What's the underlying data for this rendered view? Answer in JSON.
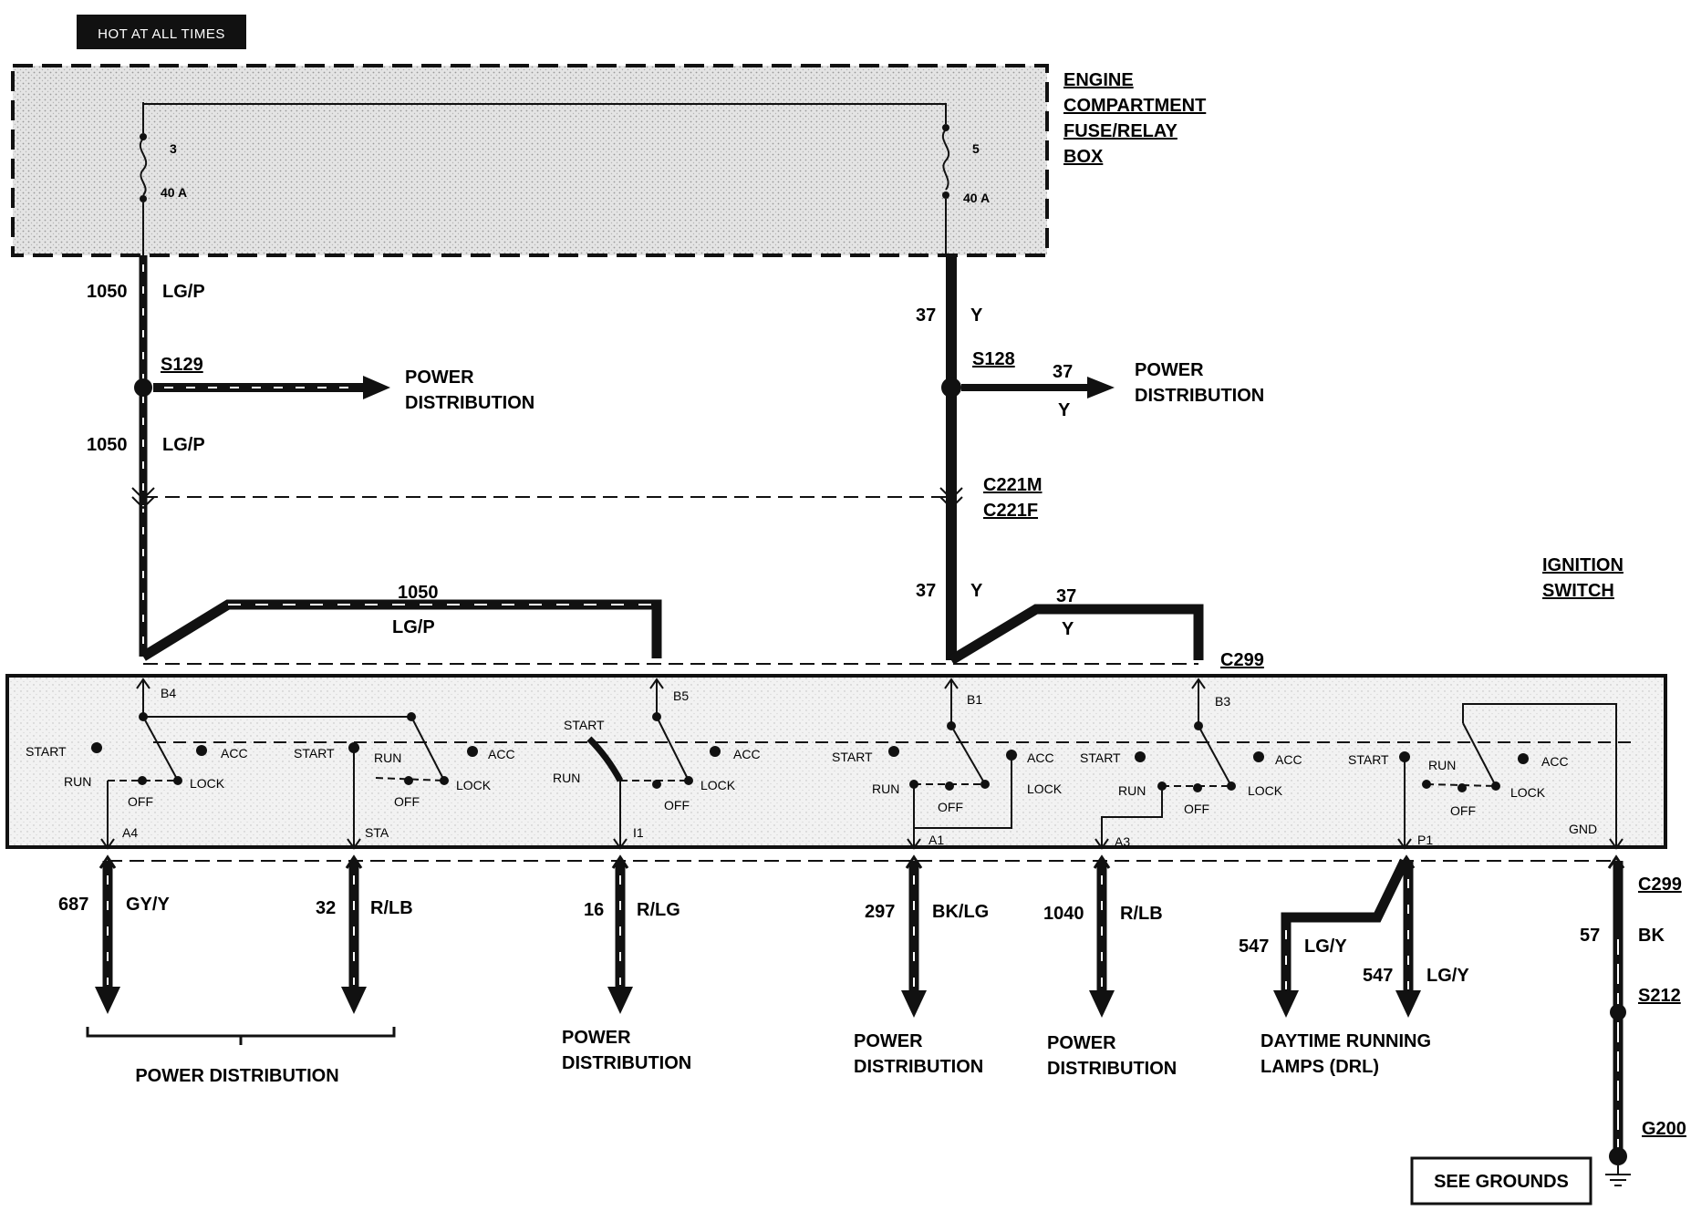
{
  "header": {
    "hot_label": "HOT AT ALL TIMES"
  },
  "fuse_box": {
    "title_lines": [
      "ENGINE",
      "COMPARTMENT",
      "FUSE/RELAY",
      "BOX"
    ],
    "fuses": [
      {
        "number": "3",
        "rating": "40 A"
      },
      {
        "number": "5",
        "rating": "40 A"
      }
    ]
  },
  "wires": {
    "w1050_top": {
      "circuit": "1050",
      "color": "LG/P"
    },
    "w1050_mid": {
      "circuit": "1050",
      "color": "LG/P"
    },
    "w1050_jumper": {
      "circuit": "1050",
      "color": "LG/P"
    },
    "w37_top": {
      "circuit": "37",
      "color": "Y"
    },
    "w37_branch": {
      "circuit": "37",
      "color": "Y"
    },
    "w37_mid": {
      "circuit": "37",
      "color": "Y"
    },
    "w37_jumper": {
      "circuit": "37",
      "color": "Y"
    },
    "w687": {
      "circuit": "687",
      "color": "GY/Y"
    },
    "w32": {
      "circuit": "32",
      "color": "R/LB"
    },
    "w16": {
      "circuit": "16",
      "color": "R/LG"
    },
    "w297": {
      "circuit": "297",
      "color": "BK/LG"
    },
    "w1040": {
      "circuit": "1040",
      "color": "R/LB"
    },
    "w547a": {
      "circuit": "547",
      "color": "LG/Y"
    },
    "w547b": {
      "circuit": "547",
      "color": "LG/Y"
    },
    "w57": {
      "circuit": "57",
      "color": "BK"
    }
  },
  "splices": {
    "s129": "S129",
    "s128": "S128",
    "s212": "S212"
  },
  "connectors": {
    "c221m": "C221M",
    "c221f": "C221F",
    "c299_top": "C299",
    "c299_bottom": "C299"
  },
  "ground": {
    "g200": "G200",
    "see_grounds": "SEE GROUNDS"
  },
  "ignition_switch": {
    "title_lines": [
      "IGNITION",
      "SWITCH"
    ],
    "positions": {
      "start": "START",
      "run": "RUN",
      "off": "OFF",
      "acc": "ACC",
      "lock": "LOCK"
    },
    "pins": {
      "b4": "B4",
      "b5": "B5",
      "b1": "B1",
      "b3": "B3",
      "a4": "A4",
      "sta": "STA",
      "i1": "I1",
      "a1": "A1",
      "a3": "A3",
      "p1": "P1",
      "gnd": "GND"
    }
  },
  "destinations": {
    "power_distribution": "POWER DISTRIBUTION",
    "pd_line1": "POWER",
    "pd_line2": "DISTRIBUTION",
    "drl_line1": "DAYTIME RUNNING",
    "drl_line2": "LAMPS (DRL)"
  }
}
